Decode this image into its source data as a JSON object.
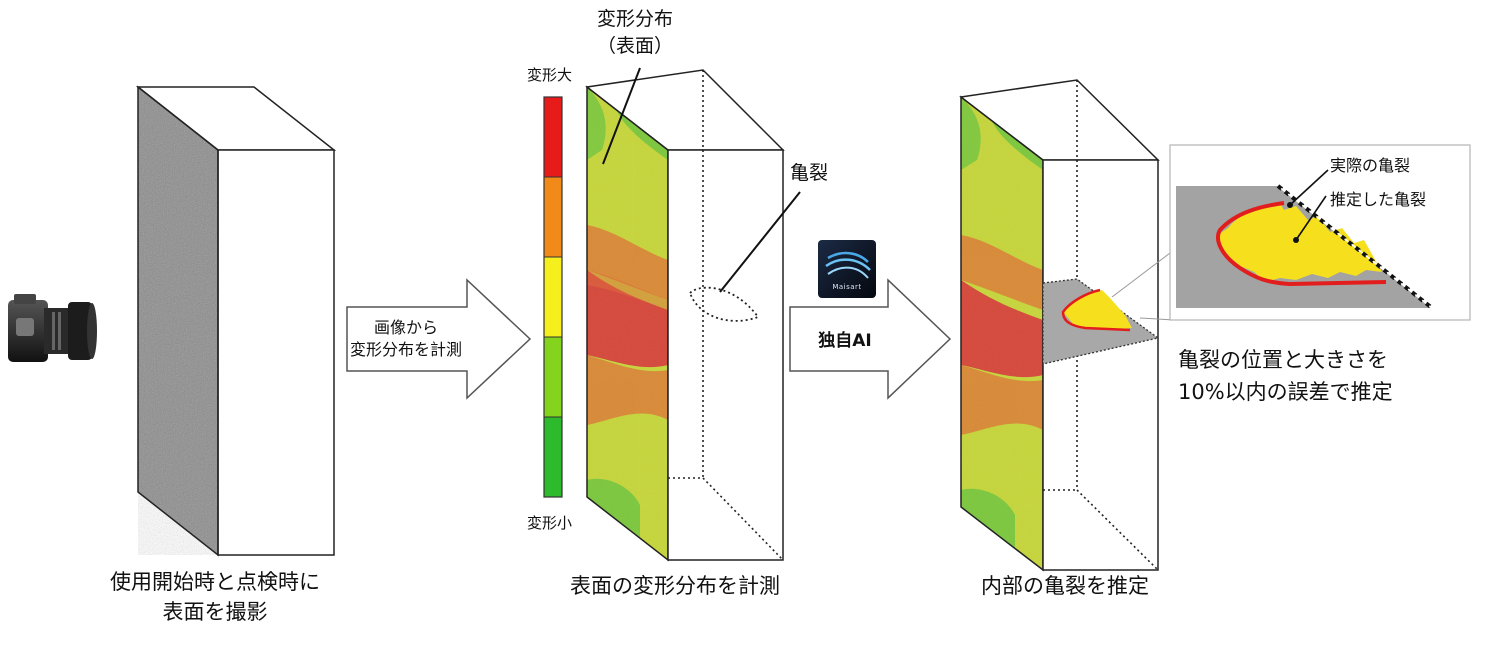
{
  "step1": {
    "caption_line1": "使用開始時と点検時に",
    "caption_line2": "表面を撮影"
  },
  "arrow1": {
    "label_line1": "画像から",
    "label_line2": "変形分布を計測"
  },
  "colorbar": {
    "top_label": "変形大",
    "bottom_label": "変形小",
    "colors": [
      "#e81b1b",
      "#f28a1a",
      "#f5ef1e",
      "#84d31c",
      "#2dba2d"
    ]
  },
  "step2": {
    "label_surface_line1": "変形分布",
    "label_surface_line2": "（表面）",
    "label_crack": "亀裂",
    "caption": "表面の変形分布を計測"
  },
  "arrow2": {
    "logo_text": "Maisart",
    "label": "独自AI"
  },
  "step3": {
    "caption": "内部の亀裂を推定"
  },
  "inset": {
    "actual_label": "実際の亀裂",
    "estimated_label": "推定した亀裂",
    "result_line1": "亀裂の位置と大きさを",
    "result_line2": "10%以内の誤差で推定"
  }
}
